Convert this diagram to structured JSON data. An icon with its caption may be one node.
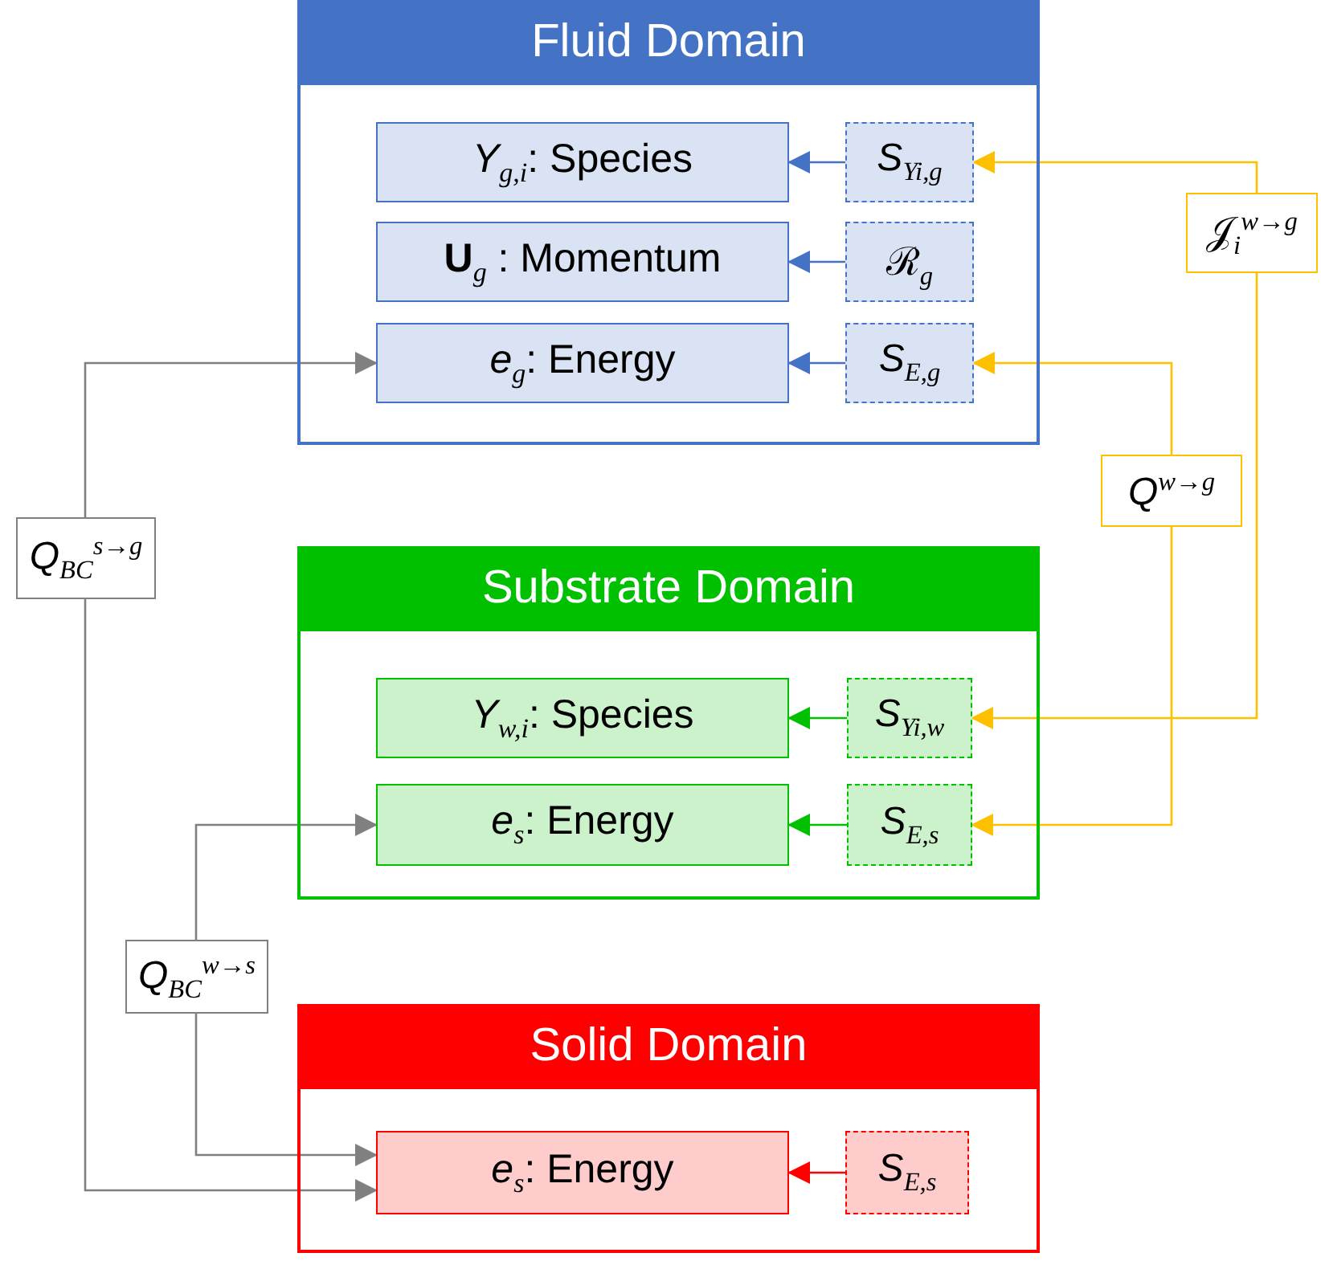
{
  "diagram": {
    "nodes": [
      {
        "text": [
          "Fluid Domain"
        ]
      },
      {
        "text": [
          "*Y*$_{g,i}$: Species"
        ],
        "in": 0
      },
      {
        "text": [
          "*S*$_{Yi,g}$"
        ],
        "in": 0
      },
      {
        "text": [
          "**U**$_{g}$ : Momentum"
        ],
        "in": 0
      },
      {
        "text": [
          "ℛ$_{g}$"
        ],
        "in": 0
      },
      {
        "text": [
          "*e*$_{g}$: Energy"
        ],
        "in": 0
      },
      {
        "text": [
          "*S*$_{E,g}$"
        ],
        "in": 0
      },
      {
        "text": [
          "𝒥$_{i}$$^{w→g}$"
        ]
      },
      {
        "text": [
          "*Q*$^{w→g}$"
        ]
      },
      {
        "text": [
          "*Q*$_{BC}$$^{s→g}$"
        ]
      },
      {
        "text": [
          "Substrate Domain"
        ]
      },
      {
        "text": [
          "*Y*$_{w,i}$: Species"
        ],
        "in": 10
      },
      {
        "text": [
          "*S*$_{Yi,w}$"
        ],
        "in": 10
      },
      {
        "text": [
          "*e*$_{s}$: Energy"
        ],
        "in": 10
      },
      {
        "text": [
          "*S*$_{E,s}$"
        ],
        "in": 10
      },
      {
        "text": [
          "*Q*$_{BC}$$^{w→s}$"
        ]
      },
      {
        "text": [
          "Solid Domain"
        ]
      },
      {
        "text": [
          "*e*$_{s}$: Energy"
        ],
        "in": 16
      },
      {
        "text": [
          "*S*$_{E,s}$"
        ],
        "in": 16
      }
    ],
    "edges": [
      {
        "from": 2,
        "to": 1,
        "arrow": "to",
        "color": "#4472c4"
      },
      {
        "from": 4,
        "to": 3,
        "arrow": "to",
        "color": "#4472c4"
      },
      {
        "from": 6,
        "to": 5,
        "arrow": "to",
        "color": "#4472c4"
      },
      {
        "from": 12,
        "to": 11,
        "arrow": "to",
        "color": "#00c000"
      },
      {
        "from": 14,
        "to": 13,
        "arrow": "to",
        "color": "#00c000"
      },
      {
        "from": 18,
        "to": 17,
        "arrow": "to",
        "color": "#ff0000"
      },
      {
        "from": 7,
        "to": 2,
        "arrow": "to",
        "color": "#ffc000"
      },
      {
        "from": 7,
        "to": 12,
        "arrow": "to",
        "color": "#ffc000"
      },
      {
        "from": 8,
        "to": 6,
        "arrow": "to",
        "color": "#ffc000"
      },
      {
        "from": 8,
        "to": 14,
        "arrow": "to",
        "color": "#ffc000"
      },
      {
        "from": 9,
        "to": 5,
        "arrow": "to",
        "color": "#808080"
      },
      {
        "from": 9,
        "to": 17,
        "arrow": "to",
        "color": "#808080"
      },
      {
        "from": 15,
        "to": 13,
        "arrow": "to",
        "color": "#808080"
      },
      {
        "from": 15,
        "to": 17,
        "arrow": "to",
        "color": "#808080"
      }
    ]
  }
}
